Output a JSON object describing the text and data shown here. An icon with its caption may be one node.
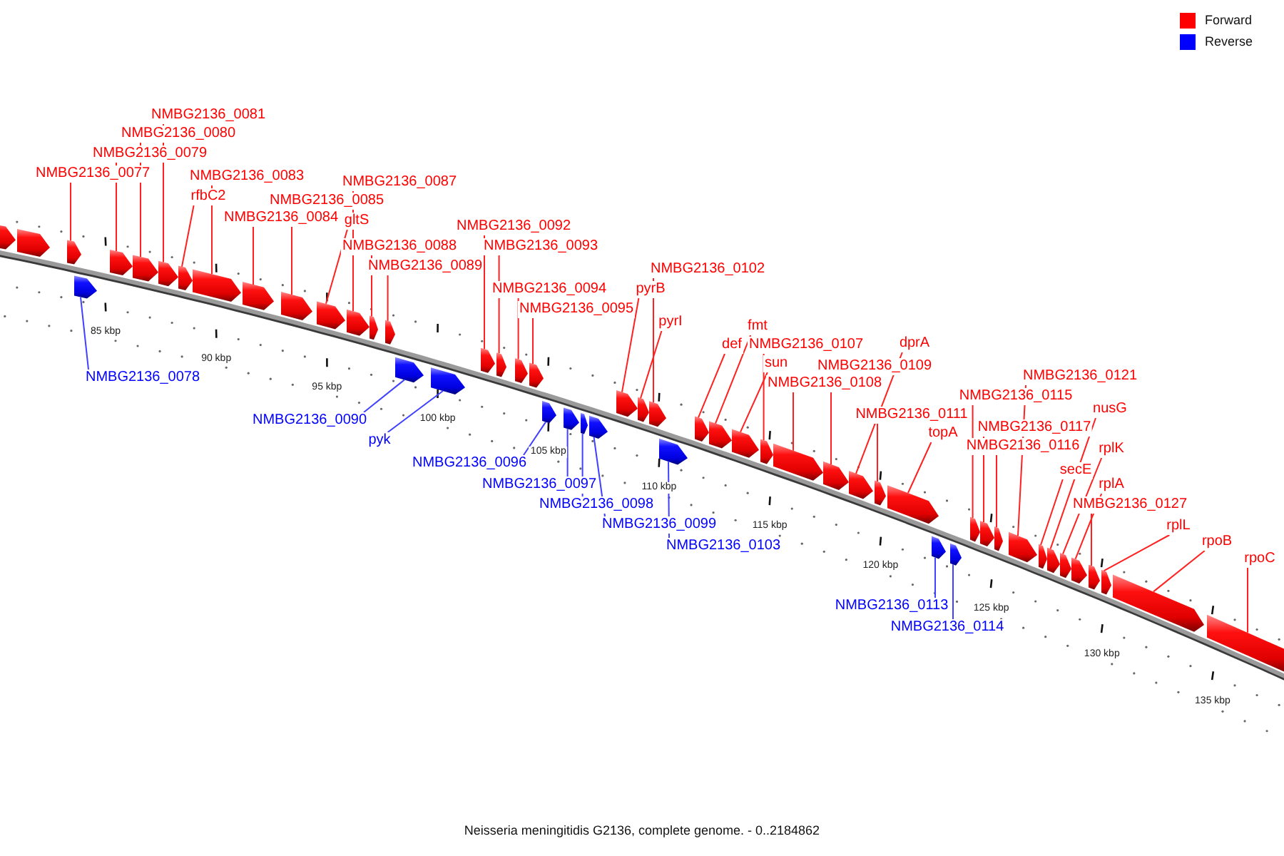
{
  "diagram": {
    "caption": "Neisseria meningitidis G2136, complete genome. - 0..2184862",
    "nodes": [
      {
        "text": [
          "NMBG2136_0077"
        ]
      },
      {
        "text": [
          "NMBG2136_0078"
        ]
      },
      {
        "text": [
          "NMBG2136_0079"
        ]
      },
      {
        "text": [
          "NMBG2136_0080"
        ]
      },
      {
        "text": [
          "NMBG2136_0081"
        ]
      },
      {
        "text": [
          "rfbC2"
        ]
      },
      {
        "text": [
          "NMBG2136_0083"
        ]
      },
      {
        "text": [
          "NMBG2136_0084"
        ]
      },
      {
        "text": [
          "NMBG2136_0085"
        ]
      },
      {
        "text": [
          "gltS"
        ]
      },
      {
        "text": [
          "NMBG2136_0087"
        ]
      },
      {
        "text": [
          "NMBG2136_0088"
        ]
      },
      {
        "text": [
          "NMBG2136_0089"
        ]
      },
      {
        "text": [
          "NMBG2136_0090"
        ]
      },
      {
        "text": [
          "pyk"
        ]
      },
      {
        "text": [
          "NMBG2136_0092"
        ]
      },
      {
        "text": [
          "NMBG2136_0093"
        ]
      },
      {
        "text": [
          "NMBG2136_0094"
        ]
      },
      {
        "text": [
          "NMBG2136_0095"
        ]
      },
      {
        "text": [
          "NMBG2136_0096"
        ]
      },
      {
        "text": [
          "NMBG2136_0097"
        ]
      },
      {
        "text": [
          "NMBG2136_0098"
        ]
      },
      {
        "text": [
          "NMBG2136_0099"
        ]
      },
      {
        "text": [
          "pyrB"
        ]
      },
      {
        "text": [
          "pyrI"
        ]
      },
      {
        "text": [
          "NMBG2136_0102"
        ]
      },
      {
        "text": [
          "NMBG2136_0103"
        ]
      },
      {
        "text": [
          "def"
        ]
      },
      {
        "text": [
          "fmt"
        ]
      },
      {
        "text": [
          "sun"
        ]
      },
      {
        "text": [
          "NMBG2136_0107"
        ]
      },
      {
        "text": [
          "NMBG2136_0108"
        ]
      },
      {
        "text": [
          "NMBG2136_0109"
        ]
      },
      {
        "text": [
          "dprA"
        ]
      },
      {
        "text": [
          "NMBG2136_0111"
        ]
      },
      {
        "text": [
          "topA"
        ]
      },
      {
        "text": [
          "NMBG2136_0113"
        ]
      },
      {
        "text": [
          "NMBG2136_0114"
        ]
      },
      {
        "text": [
          "NMBG2136_0115"
        ]
      },
      {
        "text": [
          "NMBG2136_0117"
        ]
      },
      {
        "text": [
          "NMBG2136_0116"
        ]
      },
      {
        "text": [
          "NMBG2136_0121"
        ]
      },
      {
        "text": [
          "secE"
        ]
      },
      {
        "text": [
          "nusG"
        ]
      },
      {
        "text": [
          "rplK"
        ]
      },
      {
        "text": [
          "rplA"
        ]
      },
      {
        "text": [
          "NMBG2136_0127"
        ]
      },
      {
        "text": [
          "rplL"
        ]
      },
      {
        "text": [
          "rpoB"
        ]
      },
      {
        "text": [
          "rpoC"
        ]
      },
      {
        "text": [],
        "shape": "pentagon"
      },
      {
        "text": [],
        "shape": "pentagon"
      },
      {
        "text": [],
        "shape": "pentagon"
      },
      {
        "text": [],
        "shape": "pentagon"
      },
      {
        "text": [],
        "shape": "pentagon"
      },
      {
        "text": [],
        "shape": "pentagon"
      },
      {
        "text": [],
        "shape": "pentagon"
      },
      {
        "text": [],
        "shape": "pentagon"
      },
      {
        "text": [],
        "shape": "pentagon"
      },
      {
        "text": [],
        "shape": "pentagon"
      },
      {
        "text": [],
        "shape": "pentagon"
      },
      {
        "text": [],
        "shape": "pentagon"
      },
      {
        "text": [],
        "shape": "pentagon"
      },
      {
        "text": [],
        "shape": "pentagon"
      },
      {
        "text": [],
        "shape": "pentagon"
      },
      {
        "text": [],
        "shape": "pentagon"
      },
      {
        "text": [],
        "shape": "pentagon"
      },
      {
        "text": [],
        "shape": "pentagon"
      },
      {
        "text": [],
        "shape": "pentagon"
      },
      {
        "text": [],
        "shape": "pentagon"
      },
      {
        "text": [],
        "shape": "pentagon"
      },
      {
        "text": [],
        "shape": "pentagon"
      },
      {
        "text": [],
        "shape": "pentagon"
      },
      {
        "text": [],
        "shape": "pentagon"
      },
      {
        "text": [],
        "shape": "pentagon"
      },
      {
        "text": [],
        "shape": "pentagon"
      },
      {
        "text": [],
        "shape": "pentagon"
      },
      {
        "text": [],
        "shape": "pentagon"
      },
      {
        "text": [],
        "shape": "pentagon"
      },
      {
        "text": [],
        "shape": "pentagon"
      },
      {
        "text": [],
        "shape": "pentagon"
      },
      {
        "text": [],
        "shape": "pentagon"
      },
      {
        "text": [],
        "shape": "pentagon"
      },
      {
        "text": [],
        "shape": "pentagon"
      },
      {
        "text": [],
        "shape": "pentagon"
      },
      {
        "text": [],
        "shape": "pentagon"
      },
      {
        "text": [],
        "shape": "pentagon"
      },
      {
        "text": [],
        "shape": "pentagon"
      },
      {
        "text": [],
        "shape": "pentagon"
      },
      {
        "text": [],
        "shape": "pentagon"
      },
      {
        "text": [],
        "shape": "pentagon"
      },
      {
        "text": [],
        "shape": "pentagon"
      },
      {
        "text": [],
        "shape": "pentagon"
      },
      {
        "text": [],
        "shape": "pentagon"
      },
      {
        "text": [],
        "shape": "pentagon"
      },
      {
        "text": [],
        "shape": "pentagon"
      },
      {
        "text": [],
        "shape": "pentagon"
      },
      {
        "text": [],
        "shape": "pentagon"
      },
      {
        "text": [],
        "shape": "pentagon"
      },
      {
        "text": [],
        "shape": "pentagon"
      },
      {
        "text": [],
        "shape": "pentagon"
      },
      {
        "text": [],
        "shape": "pentagon"
      }
    ],
    "edges": [
      {
        "from": 0,
        "to": 52,
        "arrow": "none"
      },
      {
        "from": 1,
        "to": 53,
        "arrow": "none",
        "color": "#4040ff"
      },
      {
        "from": 2,
        "to": 54,
        "arrow": "none"
      },
      {
        "from": 3,
        "to": 55,
        "arrow": "none"
      },
      {
        "from": 4,
        "to": 56,
        "arrow": "none"
      },
      {
        "from": 5,
        "to": 57,
        "arrow": "none"
      },
      {
        "from": 6,
        "to": 58,
        "arrow": "none"
      },
      {
        "from": 7,
        "to": 59,
        "arrow": "none"
      },
      {
        "from": 8,
        "to": 60,
        "arrow": "none"
      },
      {
        "from": 9,
        "to": 61,
        "arrow": "none"
      },
      {
        "from": 10,
        "to": 62,
        "arrow": "none"
      },
      {
        "from": 11,
        "to": 63,
        "arrow": "none"
      },
      {
        "from": 12,
        "to": 64,
        "arrow": "none"
      },
      {
        "from": 13,
        "to": 65,
        "arrow": "none",
        "color": "#4040ff"
      },
      {
        "from": 14,
        "to": 66,
        "arrow": "none",
        "color": "#4040ff"
      },
      {
        "from": 15,
        "to": 67,
        "arrow": "none"
      },
      {
        "from": 16,
        "to": 68,
        "arrow": "none"
      },
      {
        "from": 17,
        "to": 69,
        "arrow": "none"
      },
      {
        "from": 18,
        "to": 70,
        "arrow": "none"
      },
      {
        "from": 19,
        "to": 71,
        "arrow": "none",
        "color": "#4040ff"
      },
      {
        "from": 20,
        "to": 72,
        "arrow": "none",
        "color": "#4040ff"
      },
      {
        "from": 21,
        "to": 73,
        "arrow": "none",
        "color": "#4040ff"
      },
      {
        "from": 22,
        "to": 74,
        "arrow": "none",
        "color": "#4040ff"
      },
      {
        "from": 23,
        "to": 75,
        "arrow": "none"
      },
      {
        "from": 24,
        "to": 76,
        "arrow": "none"
      },
      {
        "from": 25,
        "to": 77,
        "arrow": "none"
      },
      {
        "from": 26,
        "to": 78,
        "arrow": "none",
        "color": "#4040ff"
      },
      {
        "from": 27,
        "to": 79,
        "arrow": "none"
      },
      {
        "from": 28,
        "to": 80,
        "arrow": "none"
      },
      {
        "from": 29,
        "to": 81,
        "arrow": "none"
      },
      {
        "from": 30,
        "to": 82,
        "arrow": "none"
      },
      {
        "from": 31,
        "to": 83,
        "arrow": "none"
      },
      {
        "from": 32,
        "to": 84,
        "arrow": "none"
      },
      {
        "from": 33,
        "to": 85,
        "arrow": "none"
      },
      {
        "from": 34,
        "to": 86,
        "arrow": "none"
      },
      {
        "from": 35,
        "to": 87,
        "arrow": "none"
      },
      {
        "from": 36,
        "to": 88,
        "arrow": "none",
        "color": "#4040ff"
      },
      {
        "from": 37,
        "to": 89,
        "arrow": "none",
        "color": "#4040ff"
      },
      {
        "from": 38,
        "to": 90,
        "arrow": "none"
      },
      {
        "from": 39,
        "to": 91,
        "arrow": "none"
      },
      {
        "from": 40,
        "to": 92,
        "arrow": "none"
      },
      {
        "from": 41,
        "to": 93,
        "arrow": "none"
      },
      {
        "from": 42,
        "to": 94,
        "arrow": "none"
      },
      {
        "from": 43,
        "to": 95,
        "arrow": "none"
      },
      {
        "from": 44,
        "to": 96,
        "arrow": "none"
      },
      {
        "from": 45,
        "to": 97,
        "arrow": "none"
      },
      {
        "from": 46,
        "to": 98,
        "arrow": "none"
      },
      {
        "from": 47,
        "to": 99,
        "arrow": "none"
      },
      {
        "from": 48,
        "to": 100,
        "arrow": "none"
      },
      {
        "from": 49,
        "to": 101,
        "arrow": "none"
      }
    ],
    "labels": [
      "85 kbp",
      "90 kbp",
      "95 kbp",
      "100 kbp",
      "105 kbp",
      "110 kbp",
      "115 kbp",
      "120 kbp",
      "125 kbp",
      "130 kbp",
      "135 kbp"
    ],
    "legend": [
      {
        "text": "Forward",
        "color": "#ff0000"
      },
      {
        "text": "Reverse",
        "color": "#0000ff"
      }
    ]
  }
}
